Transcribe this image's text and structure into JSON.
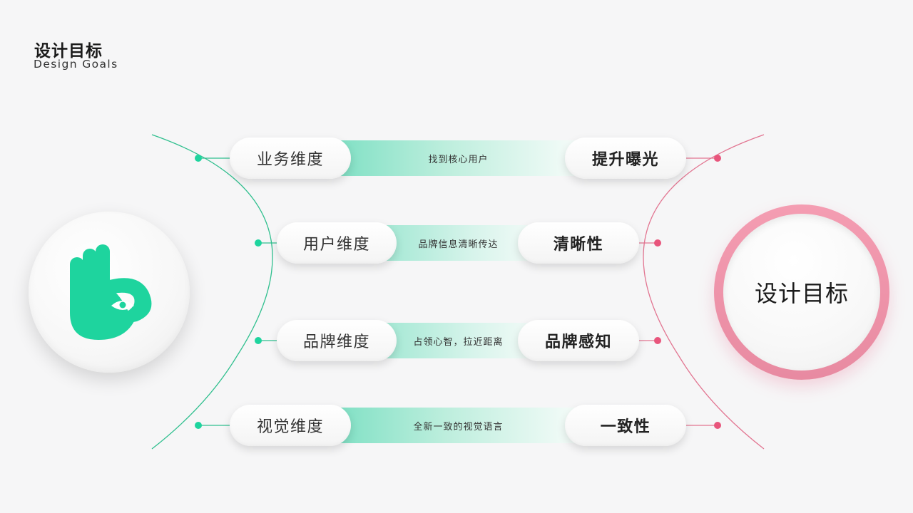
{
  "header": {
    "title": "设计目标",
    "subtitle": "Design Goals"
  },
  "colors": {
    "accent_green": "#1ed49e",
    "accent_pink": "#e8849d",
    "line_green": "#2fbf8e",
    "line_pink": "#e27591"
  },
  "left_icon": {
    "icon": "ok-hand-eye-icon"
  },
  "right_circle": {
    "label": "设计目标"
  },
  "rows": [
    {
      "dimension": "业务维度",
      "description": "找到核心用户",
      "goal": "提升曝光"
    },
    {
      "dimension": "用户维度",
      "description": "品牌信息清晰传达",
      "goal": "清晰性"
    },
    {
      "dimension": "品牌维度",
      "description": "占领心智，拉近距离",
      "goal": "品牌感知"
    },
    {
      "dimension": "视觉维度",
      "description": "全新一致的视觉语言",
      "goal": "一致性"
    }
  ]
}
